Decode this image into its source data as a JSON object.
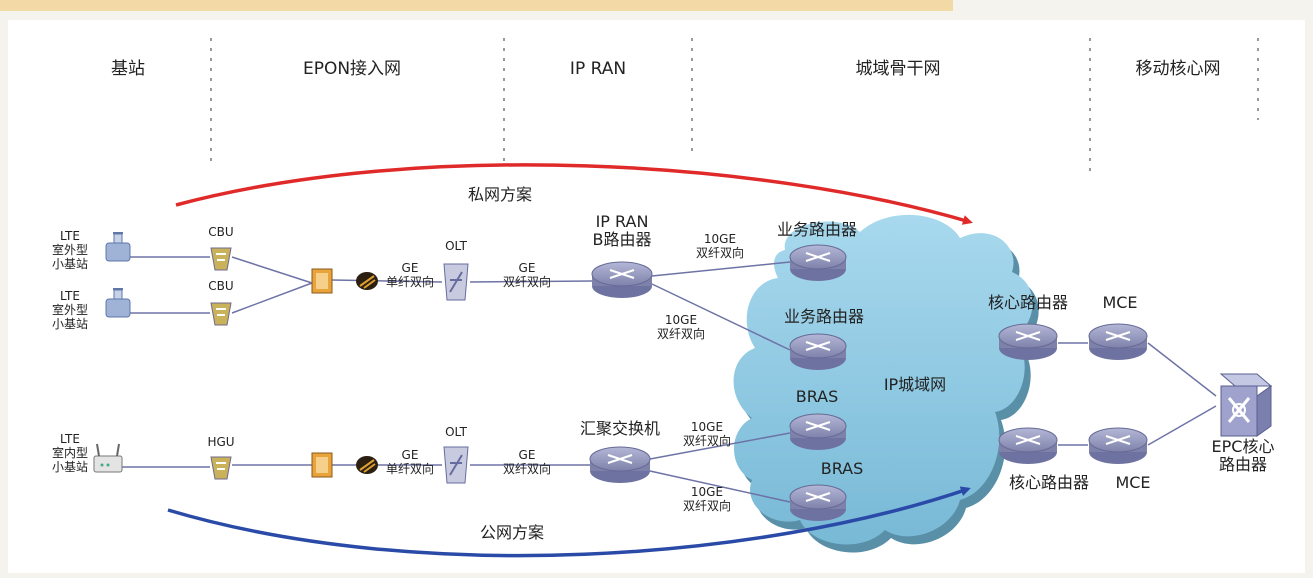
{
  "headers": {
    "base_station": "基站",
    "epon_access": "EPON接入网",
    "ip_ran": "IP RAN",
    "metro_backbone": "城域骨干网",
    "mobile_core": "移动核心网"
  },
  "schemes": {
    "private": "私网方案",
    "public": "公网方案"
  },
  "nodes": {
    "lte_outdoor_1": [
      "LTE",
      "室外型",
      "小基站"
    ],
    "lte_outdoor_2": [
      "LTE",
      "室外型",
      "小基站"
    ],
    "lte_indoor": [
      "LTE",
      "室内型",
      "小基站"
    ],
    "cbu_1": "CBU",
    "cbu_2": "CBU",
    "hgu": "HGU",
    "olt_top": "OLT",
    "olt_bottom": "OLT",
    "ipran_router": [
      "IP RAN",
      "B路由器"
    ],
    "aggregation_switch": "汇聚交换机",
    "service_router_1": "业务路由器",
    "service_router_2": "业务路由器",
    "bras_1": "BRAS",
    "bras_2": "BRAS",
    "core_router_1": "核心路由器",
    "core_router_2": "核心路由器",
    "mce_1": "MCE",
    "mce_2": "MCE",
    "epc_core_router": [
      "EPC核心",
      "路由器"
    ],
    "ip_metro_network": "IP城域网"
  },
  "links": {
    "ge": "GE",
    "single_fiber": "单纤双向",
    "dual_fiber": "双纤双向",
    "ten_ge": "10GE"
  },
  "colors": {
    "private_arrow": "#e02a2a",
    "public_arrow": "#2a4aa8",
    "cloud": "#8fc9e0",
    "router": "#8f92ba",
    "top_bar": "#f2d9a6"
  }
}
